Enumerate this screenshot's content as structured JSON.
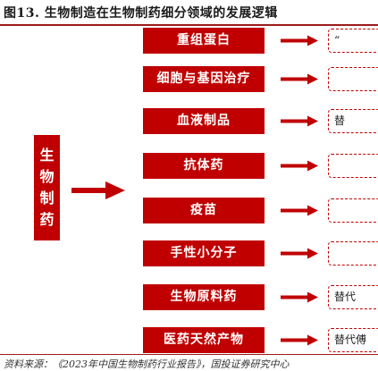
{
  "title": "图13. 生物制造在生物制药细分领域的发展逻辑",
  "main_block": {
    "label": "生物制药"
  },
  "categories": [
    {
      "label": "重组蛋白",
      "detail": "“"
    },
    {
      "label": "细胞与基因治疗",
      "detail": ""
    },
    {
      "label": "血液制品",
      "detail": "替"
    },
    {
      "label": "抗体药",
      "detail": ""
    },
    {
      "label": "疫苗",
      "detail": ""
    },
    {
      "label": "手性小分子",
      "detail": ""
    },
    {
      "label": "生物原料药",
      "detail": "替代"
    },
    {
      "label": "医药天然产物",
      "detail": "替代傅"
    }
  ],
  "source": "资料来源：《2023年中国生物制药行业报告》，国投证券研究中心",
  "colors": {
    "accent": "#c00000",
    "rule": "#9b1c1c"
  }
}
